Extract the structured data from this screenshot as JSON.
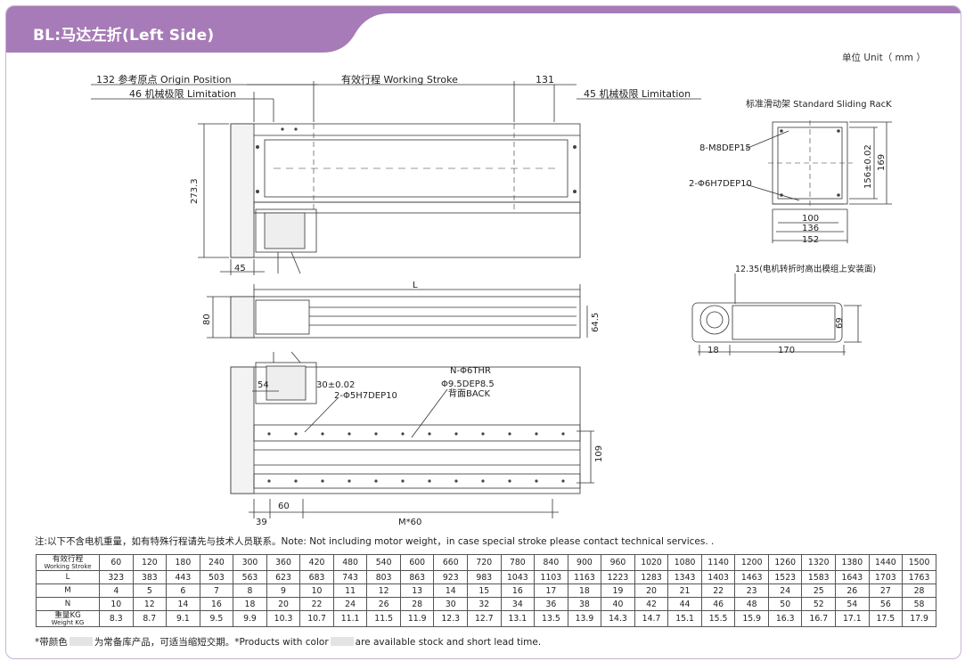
{
  "header": {
    "title": "BL:马达左折(Left Side)",
    "color": "#a77bb7"
  },
  "unit": "单位 Unit（ mm ）",
  "top_view": {
    "origin_position": "132 参考原点 Origin Position",
    "limitation_left": "46 机械极限 Limitation",
    "working_stroke": "有效行程 Working Stroke",
    "dim_131": "131",
    "limitation_right": "45 机械极限 Limitation",
    "dim_273": "273.3",
    "dim_45": "45"
  },
  "side_view": {
    "dim_L": "L",
    "dim_80": "80",
    "dim_64": "64.5"
  },
  "bottom_view": {
    "thread_label": "N-Φ6THR",
    "counterbore": "Φ9.5DEP8.5",
    "back_label": "背面BACK",
    "dim_54": "54",
    "dim_30": "30±0.02",
    "pin_holes": "2-Φ5H7DEP10",
    "dim_109": "109",
    "dim_39": "39",
    "dim_60": "60",
    "dim_M60": "M*60"
  },
  "slider_view": {
    "title": "标准滑动架 Standard Sliding RacK",
    "screw_holes": "8-M8DEP15",
    "pin_holes": "2-Φ6H7DEP10",
    "dim_156": "156±0.02",
    "dim_169": "169",
    "dim_100": "100",
    "dim_136": "136",
    "dim_152": "152"
  },
  "end_view": {
    "note": "12.35(电机转折时高出模组上安装面)",
    "dim_18": "18",
    "dim_170": "170",
    "dim_69": "69"
  },
  "note": "注:以下不含电机重量，如有特殊行程请先与技术人员联系。Note: Not including motor weight，in case special stroke please contact technical services. .",
  "table": {
    "rows": [
      {
        "label": "有效行程",
        "sub": "Working Stroke",
        "values": [
          "60",
          "120",
          "180",
          "240",
          "300",
          "360",
          "420",
          "480",
          "540",
          "600",
          "660",
          "720",
          "780",
          "840",
          "900",
          "960",
          "1020",
          "1080",
          "1140",
          "1200",
          "1260",
          "1320",
          "1380",
          "1440",
          "1500"
        ]
      },
      {
        "label": "L",
        "sub": "",
        "values": [
          "323",
          "383",
          "443",
          "503",
          "563",
          "623",
          "683",
          "743",
          "803",
          "863",
          "923",
          "983",
          "1043",
          "1103",
          "1163",
          "1223",
          "1283",
          "1343",
          "1403",
          "1463",
          "1523",
          "1583",
          "1643",
          "1703",
          "1763"
        ]
      },
      {
        "label": "M",
        "sub": "",
        "values": [
          "4",
          "5",
          "6",
          "7",
          "8",
          "9",
          "10",
          "11",
          "12",
          "13",
          "14",
          "15",
          "16",
          "17",
          "18",
          "19",
          "20",
          "21",
          "22",
          "23",
          "24",
          "25",
          "26",
          "27",
          "28"
        ]
      },
      {
        "label": "N",
        "sub": "",
        "values": [
          "10",
          "12",
          "14",
          "16",
          "18",
          "20",
          "22",
          "24",
          "26",
          "28",
          "30",
          "32",
          "34",
          "36",
          "38",
          "40",
          "42",
          "44",
          "46",
          "48",
          "50",
          "52",
          "54",
          "56",
          "58"
        ]
      },
      {
        "label": "重量KG",
        "sub": "Weight KG",
        "values": [
          "8.3",
          "8.7",
          "9.1",
          "9.5",
          "9.9",
          "10.3",
          "10.7",
          "11.1",
          "11.5",
          "11.9",
          "12.3",
          "12.7",
          "13.1",
          "13.5",
          "13.9",
          "14.3",
          "14.7",
          "15.1",
          "15.5",
          "15.9",
          "16.3",
          "16.7",
          "17.1",
          "17.5",
          "17.9"
        ]
      }
    ]
  },
  "footnote": {
    "part1": "*带颜色",
    "part2": "为常备库产品，可适当缩短交期。*Products with color",
    "part3": "are available stock  and short lead time."
  }
}
